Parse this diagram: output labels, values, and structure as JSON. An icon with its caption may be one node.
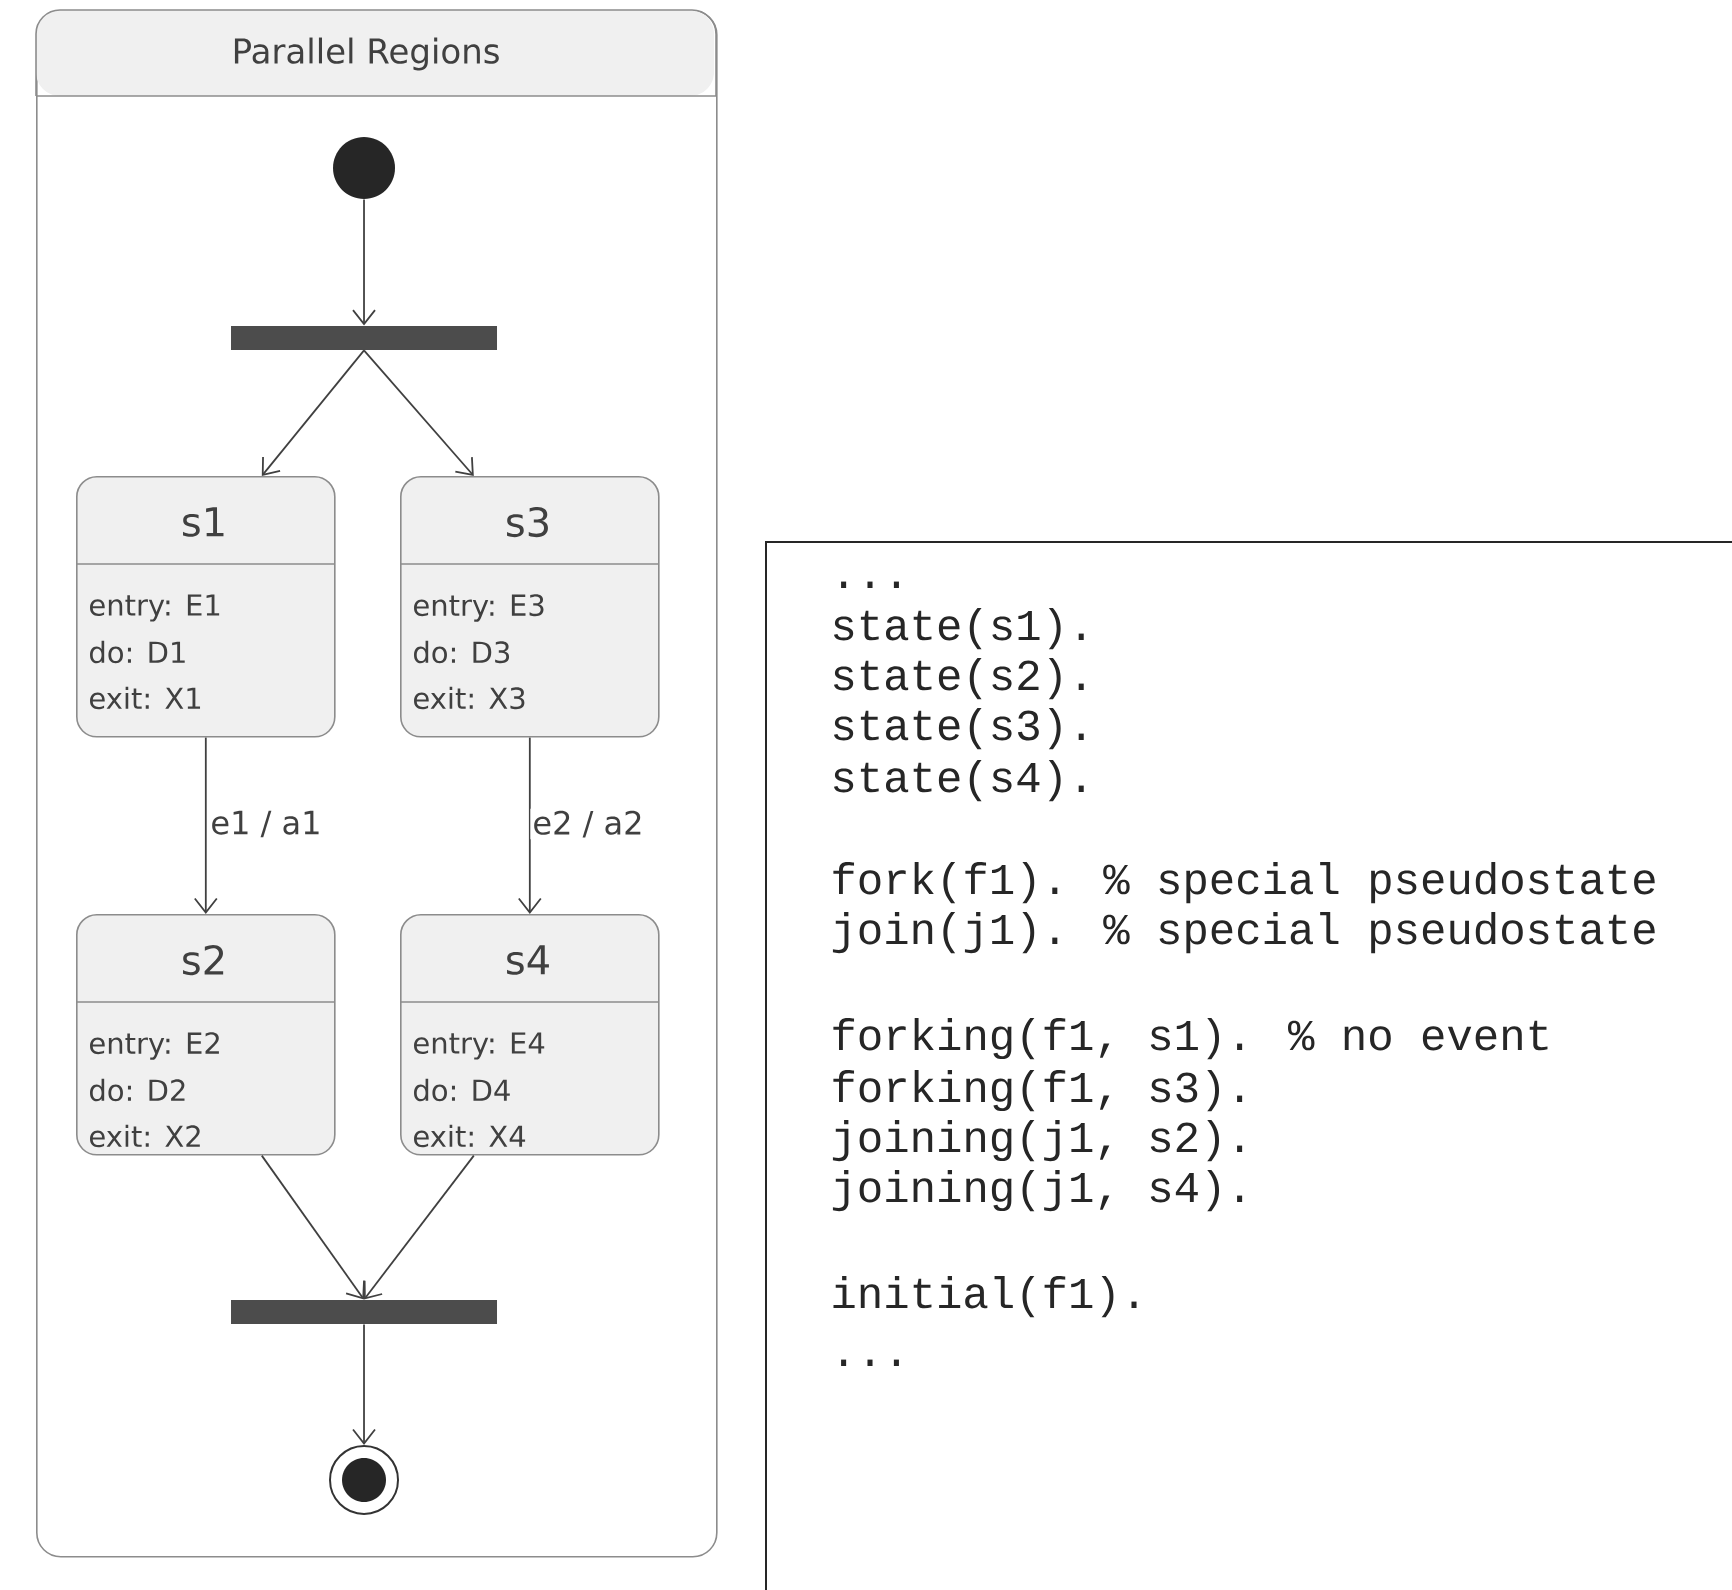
{
  "diagram": {
    "nodes": [
      {
        "text": [
          "Parallel Regions"
        ]
      },
      {
        "text": [],
        "shape": "circle",
        "in": 0
      },
      {
        "text": [],
        "shape": "bar",
        "in": 0
      },
      {
        "text": [
          "s1",
          "entry: E1",
          "do: D1",
          "exit: X1"
        ],
        "in": 0
      },
      {
        "text": [
          "s3",
          "entry: E3",
          "do: D3",
          "exit: X3"
        ],
        "in": 0
      },
      {
        "text": [
          "s2",
          "entry: E2",
          "do: D2",
          "exit: X2"
        ],
        "in": 0
      },
      {
        "text": [
          "s4",
          "entry: E4",
          "do: D4",
          "exit: X4"
        ],
        "in": 0
      },
      {
        "text": [],
        "shape": "bar",
        "in": 0
      },
      {
        "text": [],
        "shape": "circle",
        "in": 0
      }
    ],
    "edges": [
      {
        "from": 1,
        "to": 2,
        "arrow": "to"
      },
      {
        "from": 2,
        "to": 3,
        "arrow": "to"
      },
      {
        "from": 2,
        "to": 4,
        "arrow": "to"
      },
      {
        "from": 3,
        "to": 5,
        "arrow": "to",
        "label": "e1 / a1"
      },
      {
        "from": 4,
        "to": 6,
        "arrow": "to",
        "label": "e2 / a2"
      },
      {
        "from": 5,
        "to": 7,
        "arrow": "to"
      },
      {
        "from": 6,
        "to": 7,
        "arrow": "to"
      },
      {
        "from": 7,
        "to": 8,
        "arrow": "to"
      }
    ],
    "labels": [
      "...",
      "state(s1).",
      "state(s2).",
      "state(s3).",
      "state(s4).",
      "fork(f1). % special pseudostate",
      "join(j1). % special pseudostate",
      "forking(f1, s1). % no event",
      "forking(f1, s3).",
      "joining(j1, s2).",
      "joining(j1, s4).",
      "initial(f1).",
      "..."
    ]
  }
}
